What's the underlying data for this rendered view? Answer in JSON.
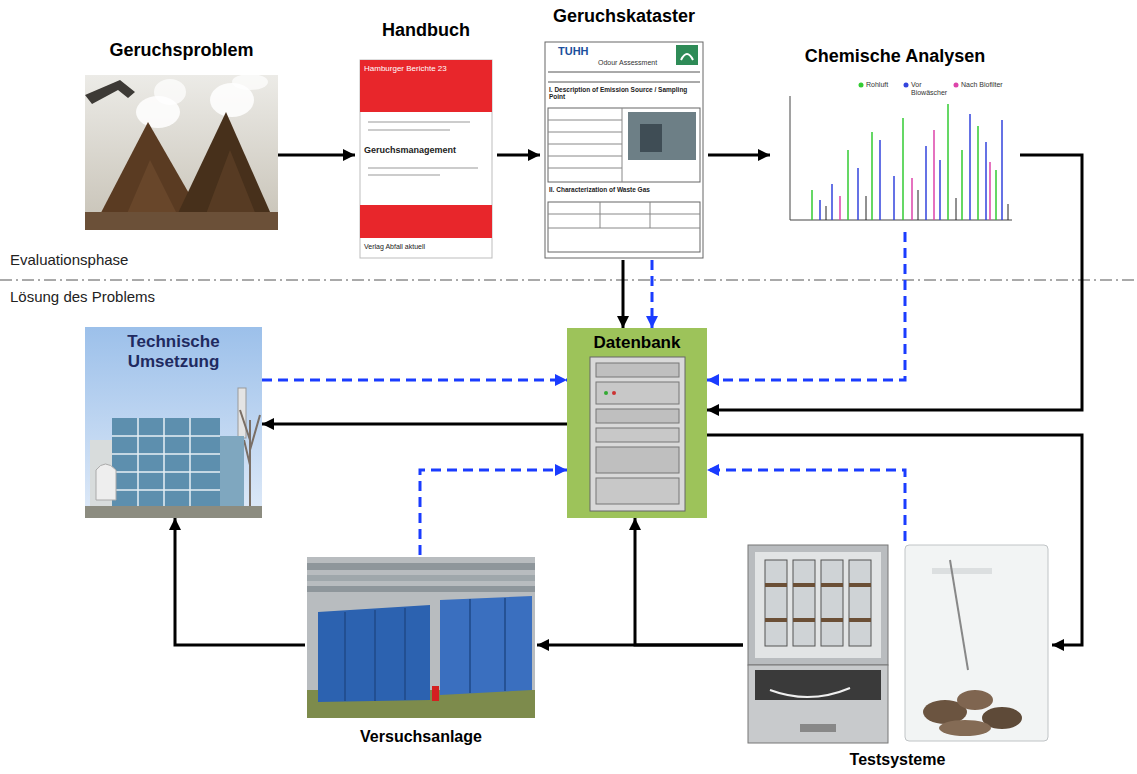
{
  "diagram": {
    "nodes": [
      {
        "text": [
          "Geruchsproblem"
        ]
      },
      {
        "text": [
          "Handbuch"
        ]
      },
      {
        "text": [
          "Geruchskataster"
        ]
      },
      {
        "text": [
          "Chemische Analysen"
        ]
      },
      {
        "text": [
          "Datenbank"
        ]
      },
      {
        "text": [
          "Technische Umsetzung"
        ]
      },
      {
        "text": [
          "Versuchsanlage"
        ]
      },
      {
        "text": [
          "Testsysteme"
        ]
      }
    ],
    "edges": [
      {
        "from": 0,
        "to": 1,
        "arrow": "to"
      },
      {
        "from": 1,
        "to": 2,
        "arrow": "to"
      },
      {
        "from": 2,
        "to": 3,
        "arrow": "to"
      },
      {
        "from": 2,
        "to": 4,
        "arrow": "to"
      },
      {
        "from": 2,
        "to": 4,
        "arrow": "to"
      },
      {
        "from": 3,
        "to": 4,
        "arrow": "to"
      },
      {
        "from": 3,
        "to": 4,
        "arrow": "to"
      },
      {
        "from": 5,
        "to": 4,
        "arrow": "to"
      },
      {
        "from": 4,
        "to": 5,
        "arrow": "to"
      },
      {
        "from": 4,
        "to": 7,
        "arrow": "to"
      },
      {
        "from": 7,
        "to": 6,
        "arrow": "to"
      },
      {
        "from": 7,
        "to": 4,
        "arrow": "to"
      },
      {
        "from": 6,
        "to": 5,
        "arrow": "to"
      },
      {
        "from": 6,
        "to": 4,
        "arrow": "to"
      },
      {
        "from": 7,
        "to": 4,
        "arrow": "to"
      }
    ],
    "labels": [
      "Evaluationsphase",
      "Lösung des Problems",
      "Hamburger Berichte 23",
      "Geruchsmanagement",
      "Verlag Abfall aktuell",
      "TUHH",
      "Odour Assessment",
      "I. Description of Emission Source / Sampling Point",
      "II. Characterization of Waste Gas",
      "Rohluft",
      "Vor Biowäscher",
      "Nach Biofilter"
    ]
  }
}
